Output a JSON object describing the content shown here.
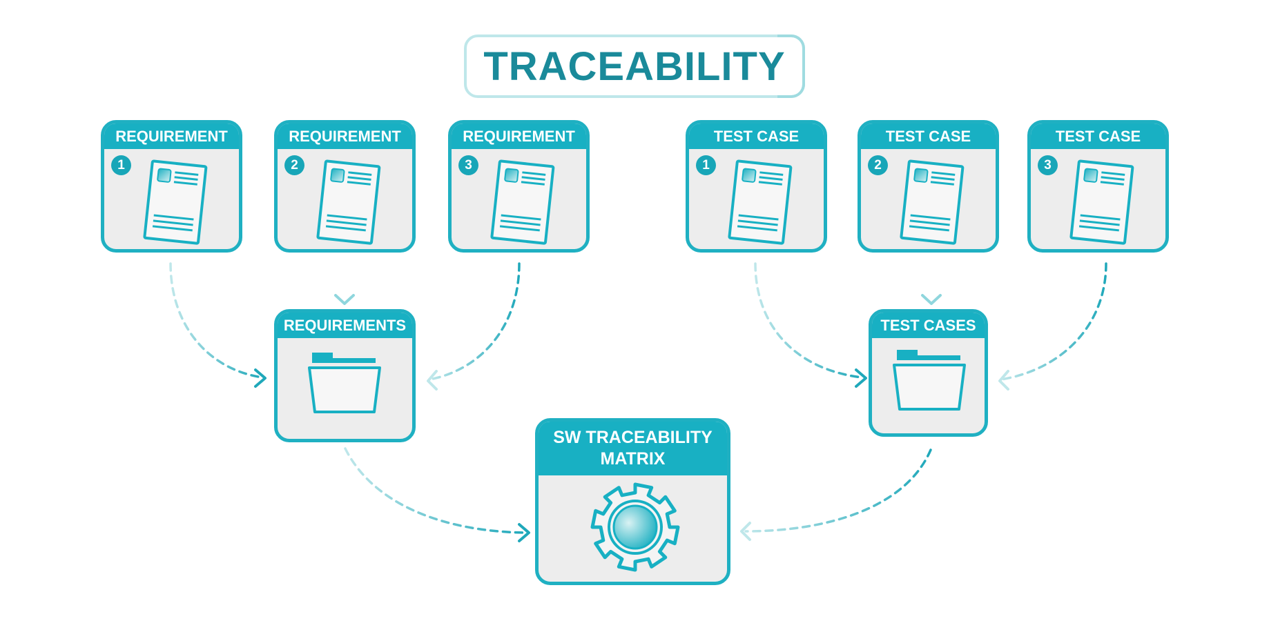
{
  "title": "TRACEABILITY",
  "requirements": [
    {
      "label": "REQUIREMENT",
      "number": "1"
    },
    {
      "label": "REQUIREMENT",
      "number": "2"
    },
    {
      "label": "REQUIREMENT",
      "number": "3"
    }
  ],
  "test_cases": [
    {
      "label": "TEST CASE",
      "number": "1"
    },
    {
      "label": "TEST CASE",
      "number": "2"
    },
    {
      "label": "TEST CASE",
      "number": "3"
    }
  ],
  "requirements_folder": {
    "label": "REQUIREMENTS"
  },
  "test_cases_folder": {
    "label": "TEST CASES"
  },
  "matrix": {
    "line1": "SW TRACEABILITY",
    "line2": "MATRIX"
  },
  "icons": {
    "document": "document-icon",
    "folder": "folder-icon",
    "gear": "gear-icon"
  },
  "colors": {
    "accent": "#18b0c3",
    "accent_dark": "#1a8a9a",
    "card_bg": "#ededed",
    "connector_light": "#a9e0e4",
    "connector_dark": "#1fa8ba"
  }
}
